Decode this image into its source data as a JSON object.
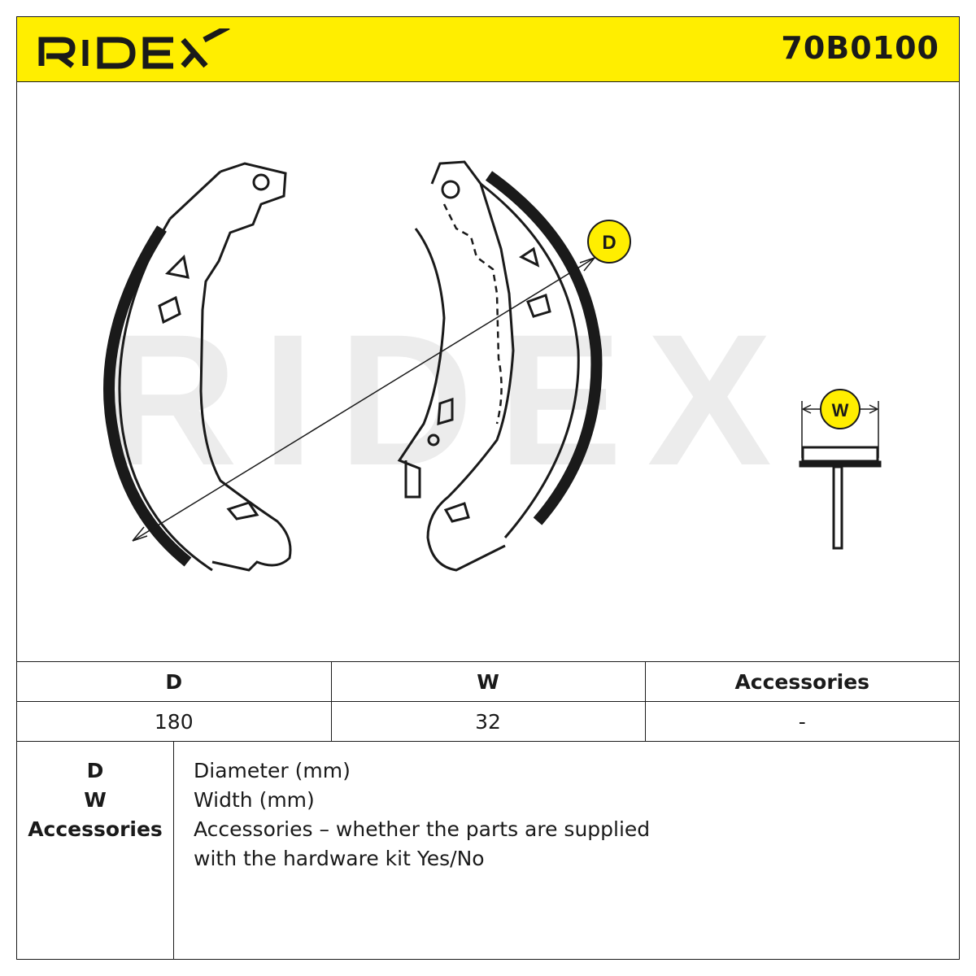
{
  "header": {
    "brand": "RIDEX",
    "part_number": "70B0100"
  },
  "drawing": {
    "watermark": "RIDEX",
    "label_d": "D",
    "label_w": "W"
  },
  "spec_table": {
    "headers": [
      "D",
      "W",
      "Accessories"
    ],
    "values": [
      "180",
      "32",
      "-"
    ]
  },
  "legend": {
    "keys": [
      "D",
      "W",
      "Accessories"
    ],
    "descriptions": [
      "Diameter (mm)",
      "Width (mm)",
      "Accessories – whether the parts are supplied",
      "with the hardware kit Yes/No"
    ]
  },
  "colors": {
    "header_bg": "#ffee00",
    "ink": "#1a1a1a",
    "label_circle": "#ffee00",
    "watermark": "#ececec"
  }
}
